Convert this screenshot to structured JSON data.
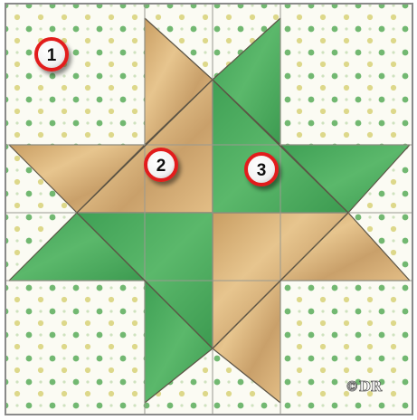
{
  "block": {
    "markers": [
      {
        "label": "1"
      },
      {
        "label": "2"
      },
      {
        "label": "3"
      }
    ],
    "signature": "©DR"
  },
  "colors": {
    "background": "#fbfbf3",
    "polka_dot_green": "#72b871",
    "polka_dot_yellow": "#ddd88a",
    "tan_fabric": "#d8b07a",
    "tan_fabric_dark": "#b88f58",
    "green_fabric": "#4fac60",
    "green_fabric_dark": "#2f8a43",
    "seam_line": "#5c5445",
    "frame": "#8a8a8a",
    "marker_ring": "#e21d1d",
    "marker_fill": "#ffffff"
  }
}
